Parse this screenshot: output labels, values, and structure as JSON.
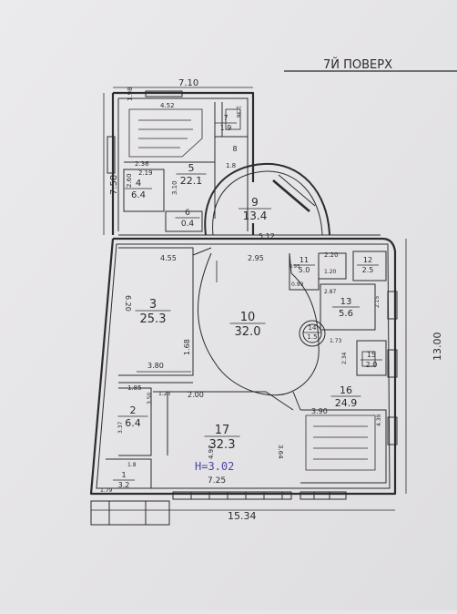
{
  "header": {
    "floor_label": "7Й ПОВЕРХ"
  },
  "dimensions": {
    "top_width": "7.10",
    "left_height": "7.58",
    "bottom_width": "15.34",
    "right_height": "13.00",
    "d_4_52": "4.52",
    "d_2_36": "2.36",
    "d_2_19": "2.19",
    "d_2_60": "2.60",
    "d_3_10": "3.10",
    "d_1_98": "1.98",
    "d_1_8": "1.8",
    "d_5_12": "5.12",
    "d_4_55": "4.55",
    "d_2_95": "2.95",
    "d_2_20": "2.20",
    "d_1_20": "1.20",
    "d_0_99": "0.99",
    "d_2_87": "2.87",
    "d_6_20": "6.20",
    "d_3_80": "3.80",
    "d_1_68": "1.68",
    "d_1_73": "1.73",
    "d_2_34": "2.34",
    "d_2_15": "2.15",
    "d_1_85": "1.85",
    "d_1_23": "1.23",
    "d_2_00": "2.00",
    "d_3_90": "3.90",
    "d_4_39": "4.39",
    "d_3_37": "3.37",
    "d_3_50": "3.50",
    "d_1_8b": "1.8",
    "d_4_97": "4.97",
    "d_3_64": "3.64",
    "d_7_25": "7.25",
    "d_1_79": "1.79",
    "d_1_36": "1.36",
    "d_0_93": "0.93"
  },
  "rooms": [
    {
      "num": "1",
      "area": "3.2"
    },
    {
      "num": "2",
      "area": "6.4"
    },
    {
      "num": "3",
      "area": "25.3"
    },
    {
      "num": "4",
      "area": "6.4"
    },
    {
      "num": "5",
      "area": "22.1"
    },
    {
      "num": "6",
      "area": "0.4"
    },
    {
      "num": "7",
      "area": "1.9"
    },
    {
      "num": "8",
      "area": ""
    },
    {
      "num": "9",
      "area": "13.4"
    },
    {
      "num": "10",
      "area": "32.0"
    },
    {
      "num": "11",
      "area": "5.0"
    },
    {
      "num": "12",
      "area": "2.5"
    },
    {
      "num": "13",
      "area": "5.6"
    },
    {
      "num": "14",
      "area": "1.5"
    },
    {
      "num": "15",
      "area": "2.0"
    },
    {
      "num": "16",
      "area": "24.9"
    },
    {
      "num": "17",
      "area": "32.3"
    }
  ],
  "annotations": {
    "height_note": "Н=3.02",
    "ink_color": "#4a46a8"
  },
  "colors": {
    "paper": "#e7e6e8",
    "line": "#2b2b30",
    "wall_fill": "#3a3a40"
  }
}
